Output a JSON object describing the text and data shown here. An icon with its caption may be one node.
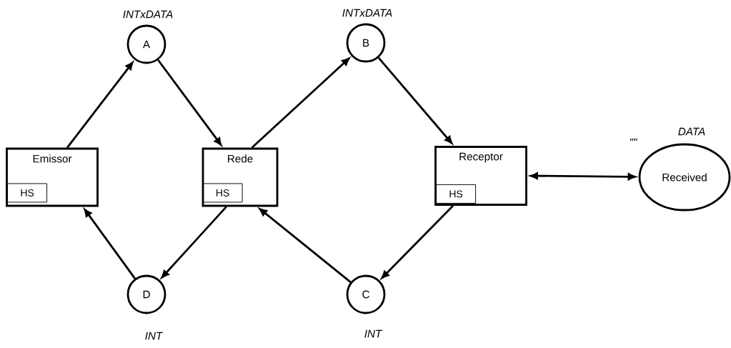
{
  "diagram": {
    "nodes": [
      {
        "text": [
          "A"
        ],
        "beside": [
          "INTxDATA"
        ]
      },
      {
        "text": [
          "B"
        ],
        "beside": [
          "INTxDATA"
        ]
      },
      {
        "text": [
          "Emissor"
        ]
      },
      {
        "text": [
          "HS"
        ],
        "in": 2
      },
      {
        "text": [
          "Rede"
        ]
      },
      {
        "text": [
          "HS"
        ],
        "in": 4
      },
      {
        "text": [
          "Receptor"
        ]
      },
      {
        "text": [
          "HS"
        ],
        "in": 6
      },
      {
        "text": [
          "Received"
        ],
        "beside": [
          "DATA",
          "\"\""
        ]
      },
      {
        "text": [
          "D"
        ],
        "beside": [
          "INT"
        ]
      },
      {
        "text": [
          "C"
        ],
        "beside": [
          "INT"
        ]
      }
    ],
    "edges": [
      {
        "from": 2,
        "to": 0,
        "arrow": "to"
      },
      {
        "from": 0,
        "to": 4,
        "arrow": "to"
      },
      {
        "from": 4,
        "to": 1,
        "arrow": "to"
      },
      {
        "from": 1,
        "to": 6,
        "arrow": "to"
      },
      {
        "from": 6,
        "to": 8,
        "arrow": "both"
      },
      {
        "from": 6,
        "to": 10,
        "arrow": "to"
      },
      {
        "from": 10,
        "to": 4,
        "arrow": "to"
      },
      {
        "from": 4,
        "to": 9,
        "arrow": "to"
      },
      {
        "from": 9,
        "to": 2,
        "arrow": "to"
      }
    ]
  }
}
